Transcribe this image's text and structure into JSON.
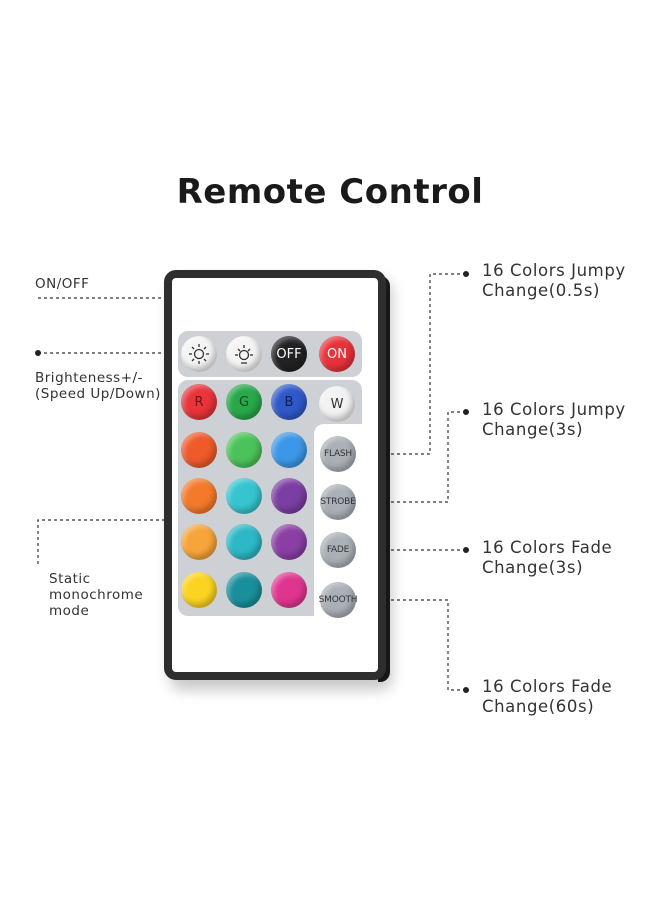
{
  "title": "Remote Control",
  "labels": {
    "on_off": "ON/OFF",
    "brightness_line1": "Brighteness+/-",
    "brightness_line2": "(Speed Up/Down)",
    "static_line1": "Static",
    "static_line2": "monochrome",
    "static_line3": "mode",
    "jumpy05_line1": "16 Colors Jumpy",
    "jumpy05_line2": "Change(0.5s)",
    "jumpy3_line1": "16 Colors Jumpy",
    "jumpy3_line2": "Change(3s)",
    "fade3_line1": "16 Colors Fade",
    "fade3_line2": "Change(3s)",
    "fade60_line1": "16 Colors Fade",
    "fade60_line2": "Change(60s)"
  },
  "buttons": {
    "brightness_up_icon": "sun-icon",
    "brightness_down_icon": "sun-icon",
    "off": "OFF",
    "on": "ON",
    "r": "R",
    "g": "G",
    "b": "B",
    "w": "W",
    "flash": "FLASH",
    "strobe": "STROBE",
    "fade": "FADE",
    "smooth": "SMOOTH"
  },
  "colors": {
    "off": "#222222",
    "on": "#e8323a",
    "r": "#e8343a",
    "g": "#28a84a",
    "b": "#2f58c9",
    "w": "#f2f2f2",
    "row2": [
      "#ef5a2a",
      "#4cc35a",
      "#3b97e8"
    ],
    "row3": [
      "#f37a2b",
      "#36c5d0",
      "#7b3ea2"
    ],
    "row4": [
      "#f7a43a",
      "#2db8c7",
      "#8a3fa5"
    ],
    "row5": [
      "#fbd321",
      "#1a8f9c",
      "#e0358f"
    ]
  }
}
